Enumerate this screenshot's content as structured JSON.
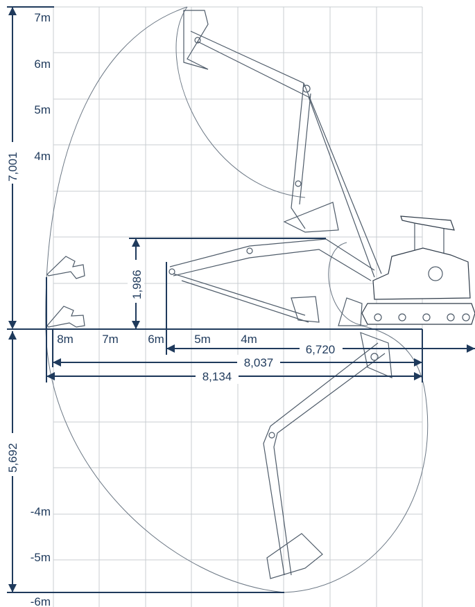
{
  "colors": {
    "dimension": "#1f3a5c",
    "grid": "#c9cdd2",
    "outline": "#4d5a68"
  },
  "height_ticks": [
    "7m",
    "6m",
    "5m",
    "4m"
  ],
  "depth_ticks": [
    "-4m",
    "-5m",
    "-6m"
  ],
  "reach_ticks": [
    "8m",
    "7m",
    "6m",
    "5m",
    "4m"
  ],
  "dimensions": {
    "max_dig_height": "7,001",
    "max_dig_depth": "5,692",
    "max_dump_height": "1,986",
    "min_swing_radius": "6,720",
    "max_reach_ground": "8,037",
    "max_reach": "8,134"
  }
}
